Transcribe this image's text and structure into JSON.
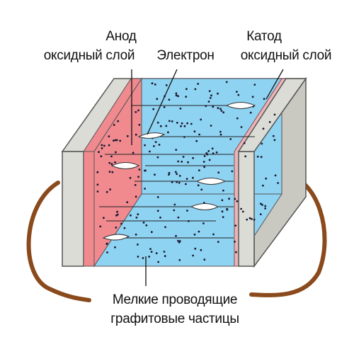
{
  "labels": {
    "anode_line1": "Анод",
    "anode_line2": "оксидный слой",
    "electron": "Электрон",
    "cathode_line1": "Катод",
    "cathode_line2": "оксидный слой",
    "particles_line1": "Мелкие проводящие",
    "particles_line2": "графитовые частицы"
  },
  "colors": {
    "electrolyte": "#8fd3f2",
    "anode_oxide": "#f08a8f",
    "plate_face": "#dcdcd6",
    "plate_side": "#c9c9c2",
    "lead_wire": "#8a4a1c",
    "particle": "#1a1a2e",
    "electron": "#ffffff"
  }
}
